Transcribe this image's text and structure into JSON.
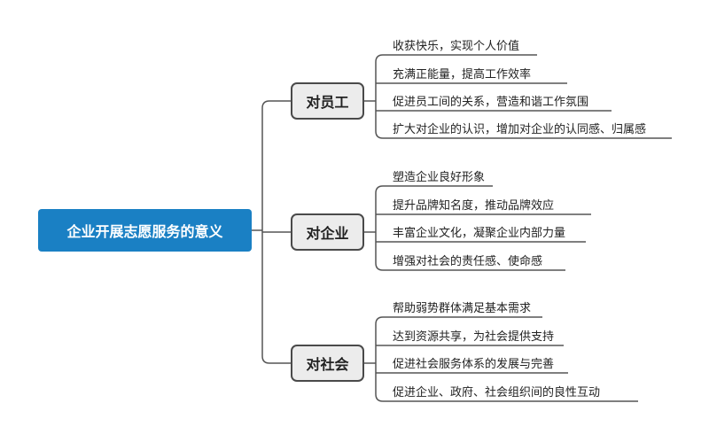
{
  "root": {
    "label": "企业开展志愿服务的意义"
  },
  "branches": [
    {
      "label": "对员工",
      "items": [
        "收获快乐，实现个人价值",
        "充满正能量，提高工作效率",
        "促进员工间的关系，营造和谐工作氛围",
        "扩大对企业的认识，增加对企业的认同感、归属感"
      ]
    },
    {
      "label": "对企业",
      "items": [
        "塑造企业良好形象",
        "提升品牌知名度，推动品牌效应",
        "丰富企业文化，凝聚企业内部力量",
        "增强对社会的责任感、使命感"
      ]
    },
    {
      "label": "对社会",
      "items": [
        "帮助弱势群体满足基本需求",
        "达到资源共享，为社会提供支持",
        "促进社会服务体系的发展与完善",
        "促进企业、政府、社会组织间的良性互动"
      ]
    }
  ],
  "colors": {
    "root_fill": "#1a80c4",
    "branch_fill": "#ececec",
    "branch_border": "#4a4a4a",
    "line": "#555555"
  }
}
